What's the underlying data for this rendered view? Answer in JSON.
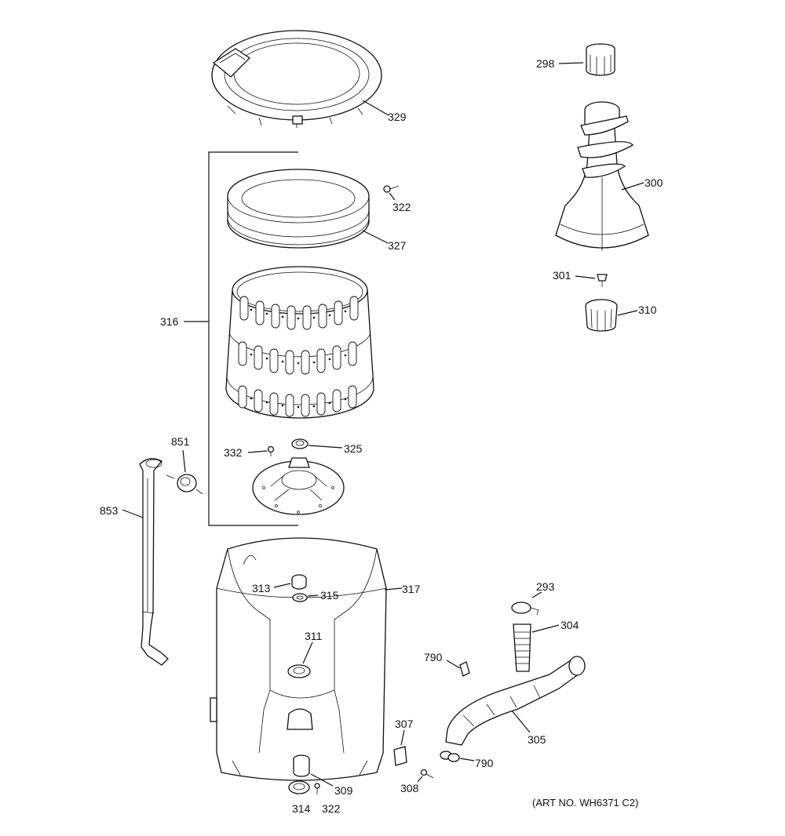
{
  "parts": {
    "p298": "298",
    "p300": "300",
    "p301": "301",
    "p310": "310",
    "p329": "329",
    "p316": "316",
    "p322a": "322",
    "p327": "327",
    "p332": "332",
    "p325": "325",
    "p851": "851",
    "p853": "853",
    "p313": "313",
    "p315": "315",
    "p317": "317",
    "p311": "311",
    "p293": "293",
    "p304": "304",
    "p790a": "790",
    "p305": "305",
    "p307": "307",
    "p790b": "790",
    "p308": "308",
    "p309": "309",
    "p314": "314",
    "p322b": "322"
  },
  "art_no": "(ART NO. WH6371 C2)"
}
